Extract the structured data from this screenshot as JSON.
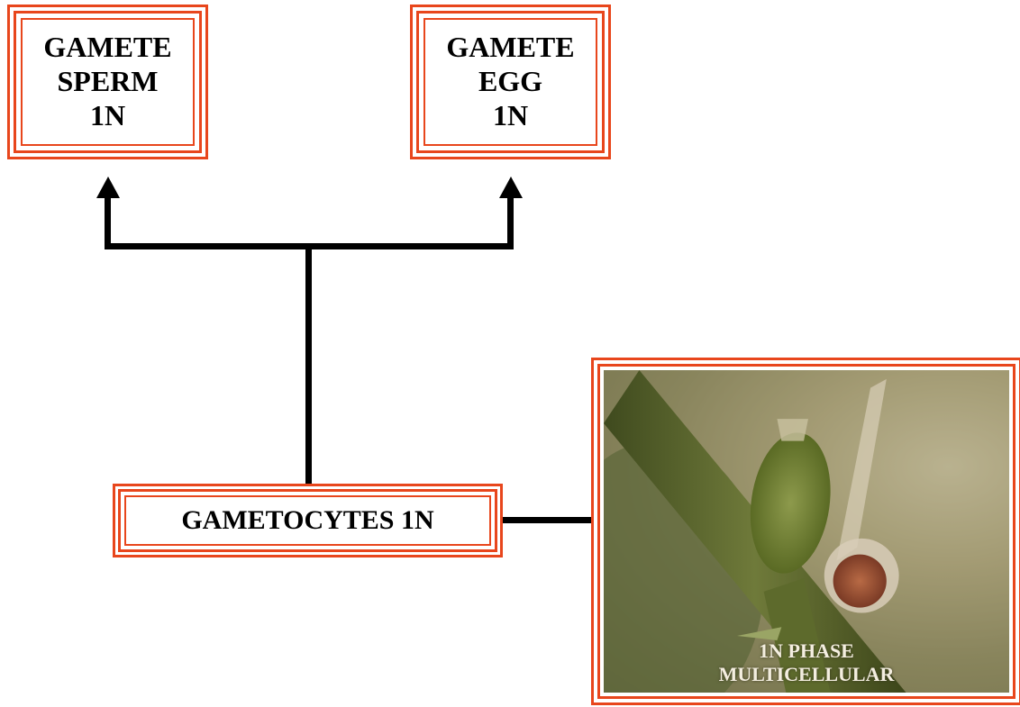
{
  "boxes": {
    "sperm": {
      "line1": "GAMETE",
      "line2": "SPERM",
      "line3": "1N"
    },
    "egg": {
      "line1": "GAMETE",
      "line2": "EGG",
      "line3": "1N"
    },
    "gametocytes": {
      "label": "GAMETOCYTES 1N"
    }
  },
  "photo": {
    "caption_line1": "1N PHASE",
    "caption_line2": "MULTICELLULAR"
  },
  "colors": {
    "frame": "#e8461c",
    "connector": "#000000"
  }
}
